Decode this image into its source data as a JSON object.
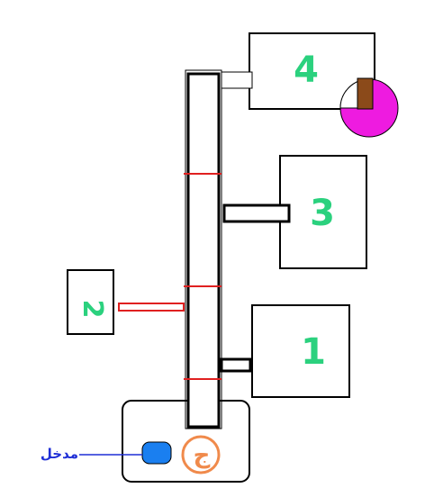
{
  "rooms": [
    {
      "id": "room-1",
      "label": "1"
    },
    {
      "id": "room-2",
      "label": "2"
    },
    {
      "id": "room-3",
      "label": "3"
    },
    {
      "id": "room-4",
      "label": "4"
    }
  ],
  "entrance": {
    "label": "مدخل"
  },
  "marker": {
    "label": "ج"
  },
  "colors": {
    "room_label": "#2bd17e",
    "entrance_label": "#1f2fd6",
    "entrance_line": "#1f2fd6",
    "door_pill": "#1a7ff0",
    "marker": "#f08a4b",
    "circle": "#ee1be0",
    "brown_block": "#8b4a1a",
    "red_line": "#e02020"
  }
}
